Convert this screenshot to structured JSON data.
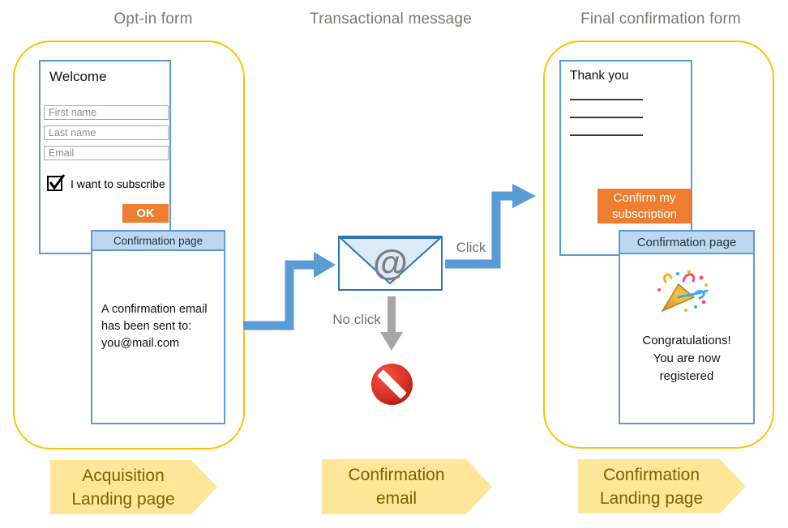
{
  "colors": {
    "container_border": "#FFC000",
    "form_border": "#5B9BD5",
    "window_header_bg": "#BDD7EE",
    "accent_orange": "#ED7D31",
    "arrow_blue": "#5B9BD5",
    "arrow_gray": "#A6A6A6",
    "banner_bg": "#FFE699",
    "banner_text": "#7F6000",
    "no_entry_red": "#D32F2F"
  },
  "column_titles": {
    "left": "Opt-in form",
    "middle": "Transactional message",
    "right": "Final confirmation form"
  },
  "optin_form": {
    "heading": "Welcome",
    "fields": [
      {
        "placeholder": "First name"
      },
      {
        "placeholder": "Last name"
      },
      {
        "placeholder": "Email"
      }
    ],
    "checkbox": {
      "checked": true,
      "label": "I want to subscribe"
    },
    "ok_button": "OK"
  },
  "confirmation_page_left": {
    "window_title": "Confirmation page",
    "body": "A confirmation email\nhas been sent to:\nyou@mail.com"
  },
  "email": {
    "icon": "envelope-at-icon",
    "at_symbol": "@",
    "click_label": "Click",
    "no_click_label": "No click",
    "blocked_icon": "no-entry-icon"
  },
  "final_form": {
    "heading": "Thank you",
    "placeholder_line_count": 3,
    "confirm_button": "Confirm my subscription"
  },
  "confirmation_page_right": {
    "window_title": "Confirmation page",
    "celebration_icon": "party-popper-icon",
    "body": "Congratulations!\nYou are now\nregistered"
  },
  "banners": [
    {
      "label": "Acquisition\nLanding page"
    },
    {
      "label": "Confirmation\nemail"
    },
    {
      "label": "Confirmation\nLanding page"
    }
  ]
}
